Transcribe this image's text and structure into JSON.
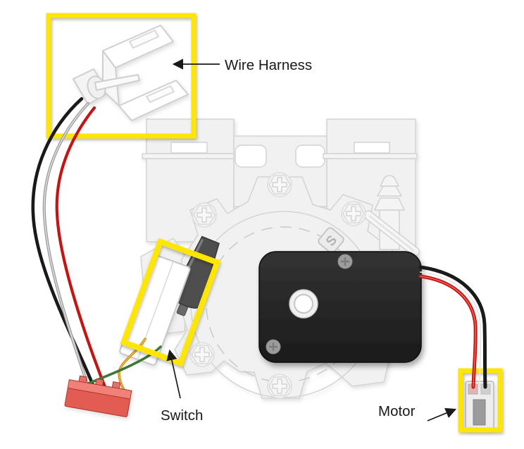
{
  "diagram": {
    "labels": {
      "wire_harness": "Wire Harness",
      "switch": "Switch",
      "motor": "Motor"
    },
    "housing_marking": "S",
    "components": [
      "wire-harness",
      "switch",
      "motor",
      "motor-connector",
      "power-connector",
      "pump-housing"
    ],
    "colors": {
      "highlight": "#FFE600",
      "label_text": "#1A1A1A",
      "motor_body": "#262626",
      "connector_red": "#E25B52",
      "wire_black": "#1A1A1A",
      "wire_gray": "#9F9F9F",
      "wire_red": "#C41414",
      "wire_green": "#3E7836",
      "wire_orange": "#CE9110",
      "housing_fill": "#F1F1F1",
      "housing_line": "#D3D3D3"
    }
  }
}
